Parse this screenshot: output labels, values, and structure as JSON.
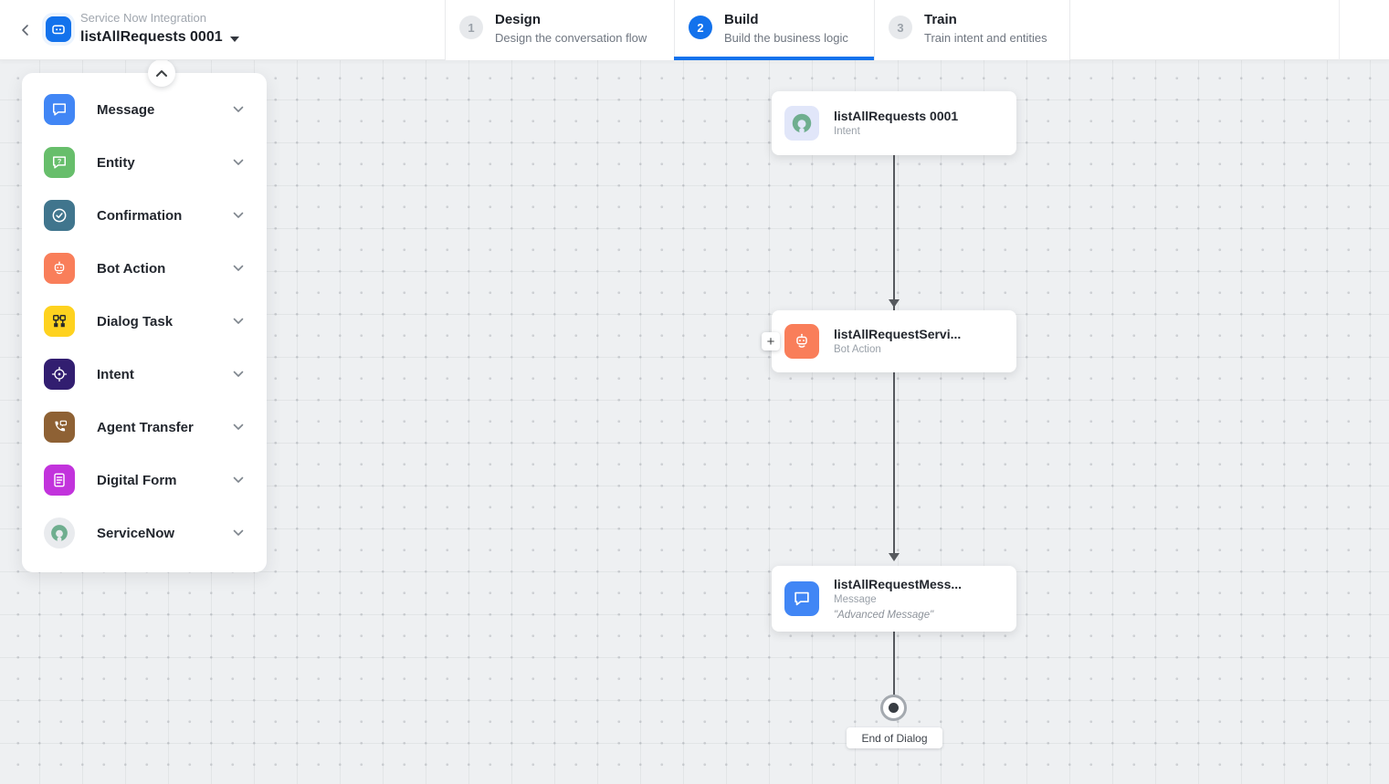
{
  "header": {
    "breadcrumb": "Service Now Integration",
    "title": "listAllRequests 0001",
    "steps": [
      {
        "number": "1",
        "label": "Design",
        "description": "Design the conversation flow",
        "active": false
      },
      {
        "number": "2",
        "label": "Build",
        "description": "Build the business logic",
        "active": true
      },
      {
        "number": "3",
        "label": "Train",
        "description": "Train intent and entities",
        "active": false
      }
    ],
    "accent_color": "#1372ec"
  },
  "sidebar": {
    "items": [
      {
        "label": "Message",
        "icon": "message-icon",
        "color": "#4186f5"
      },
      {
        "label": "Entity",
        "icon": "entity-icon",
        "color": "#67be6b"
      },
      {
        "label": "Confirmation",
        "icon": "confirmation-icon",
        "color": "#40758d"
      },
      {
        "label": "Bot Action",
        "icon": "bot-action-icon",
        "color": "#f97e5a"
      },
      {
        "label": "Dialog Task",
        "icon": "dialog-task-icon",
        "color": "#fed21f"
      },
      {
        "label": "Intent",
        "icon": "intent-icon",
        "color": "#321e70"
      },
      {
        "label": "Agent Transfer",
        "icon": "agent-transfer-icon",
        "color": "#8e6134"
      },
      {
        "label": "Digital Form",
        "icon": "digital-form-icon",
        "color": "#c233dc"
      },
      {
        "label": "ServiceNow",
        "icon": "servicenow-icon",
        "color": "#6fae8f"
      }
    ]
  },
  "canvas": {
    "nodes": [
      {
        "title": "listAllRequests 0001",
        "type": "Intent"
      },
      {
        "title": "listAllRequestServi...",
        "type": "Bot Action"
      },
      {
        "title": "listAllRequestMess...",
        "type": "Message",
        "quote": "\"Advanced Message\""
      }
    ],
    "add_button": "+",
    "end_label": "End of Dialog"
  }
}
